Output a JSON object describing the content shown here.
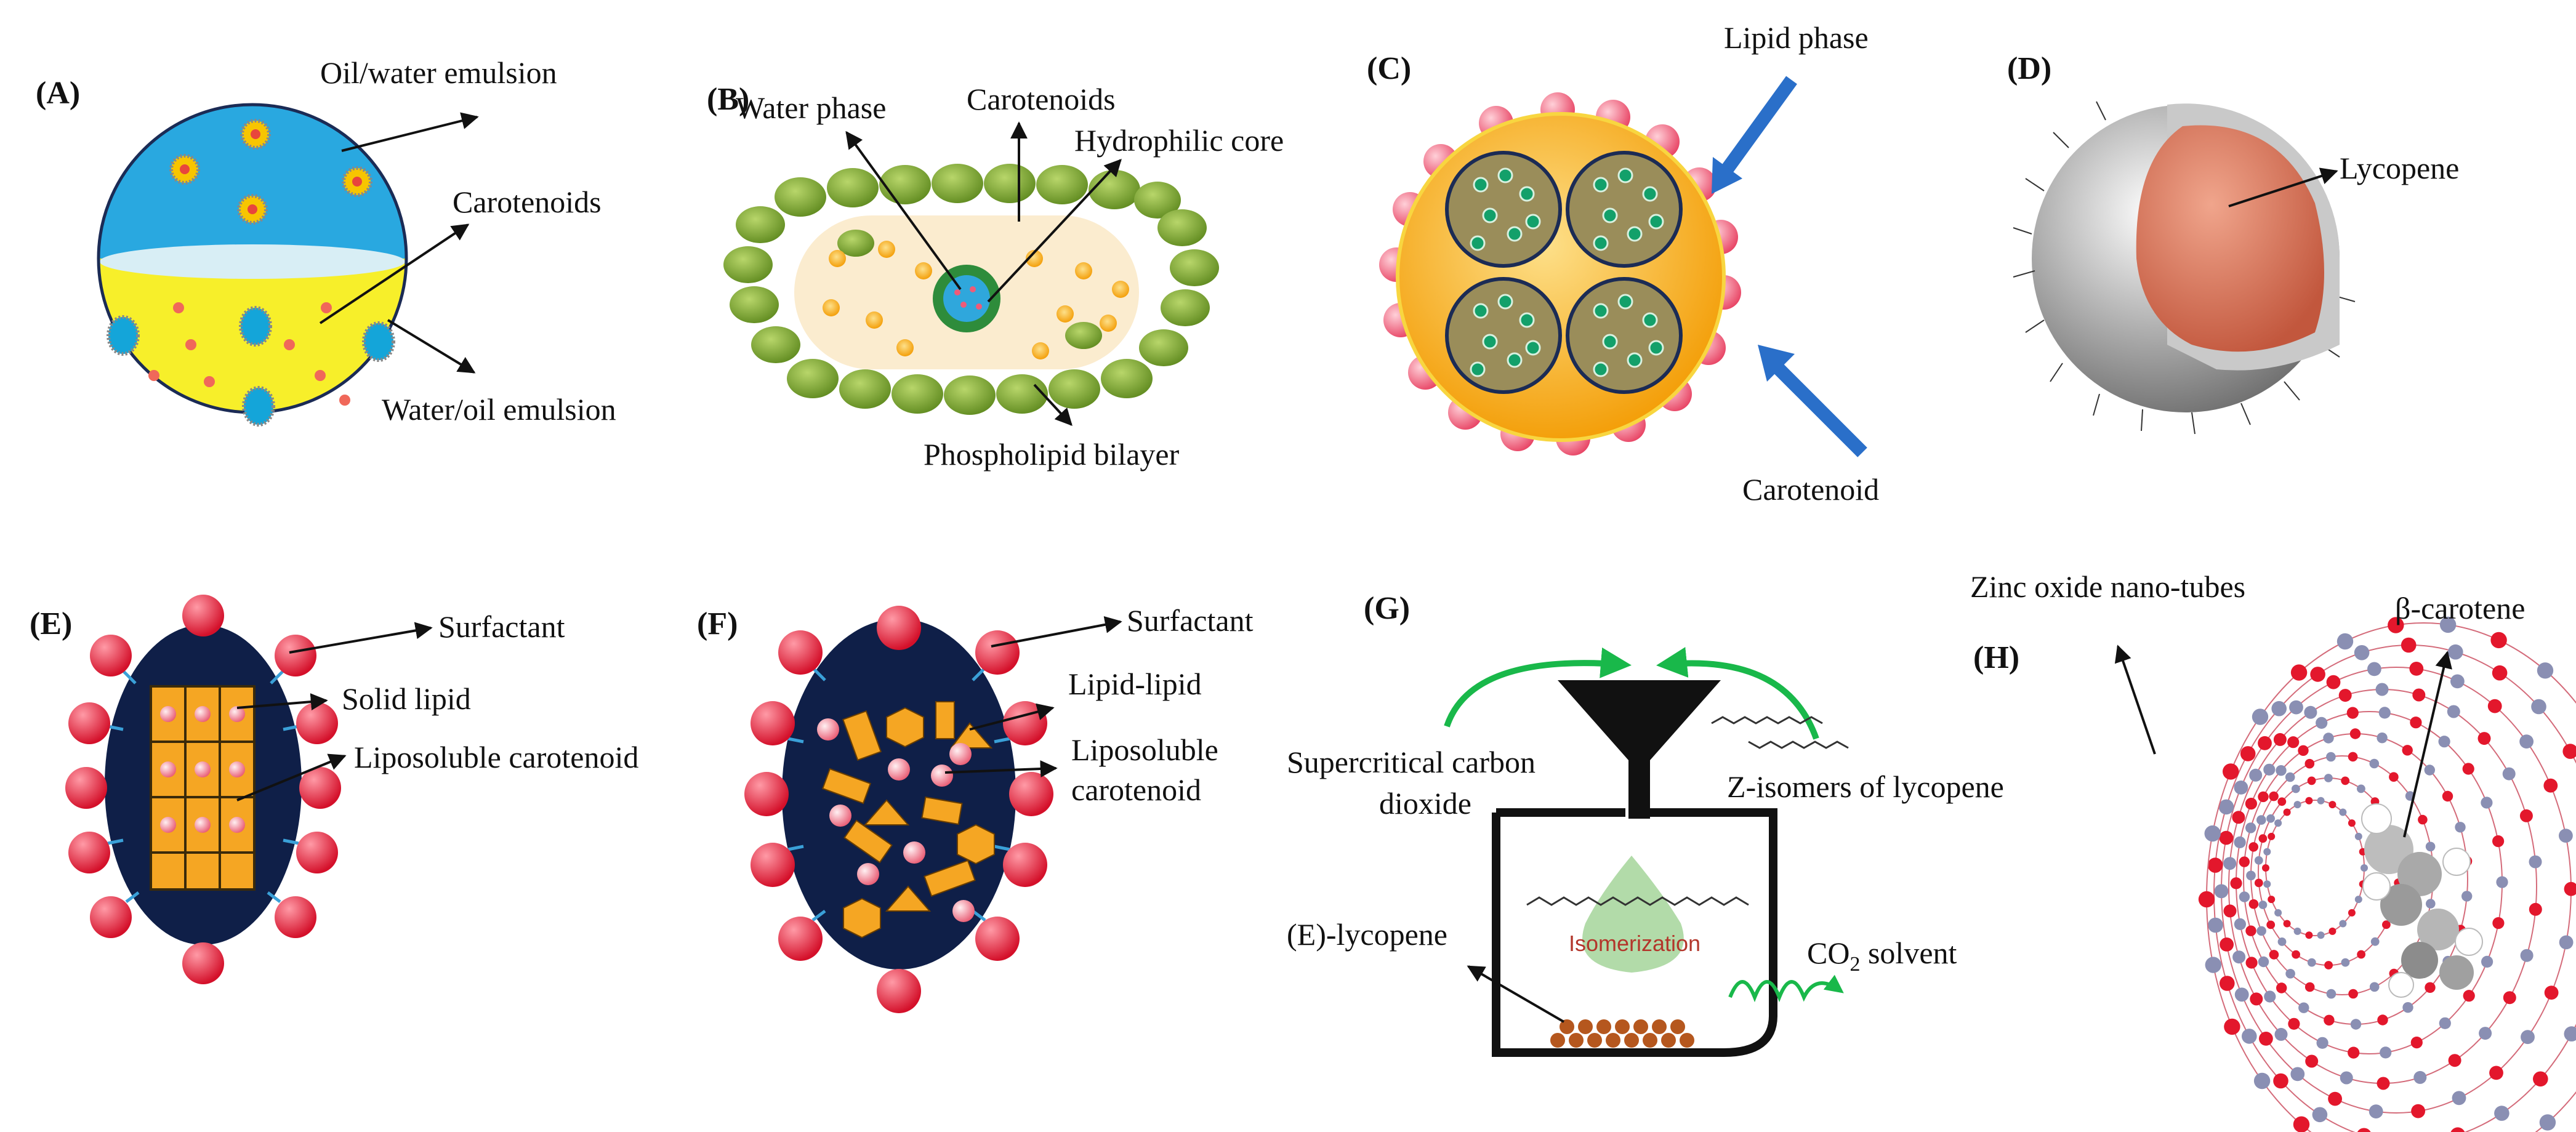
{
  "panels": {
    "A": {
      "letter": "(A)",
      "oil_water": "Oil/water emulsion",
      "carotenoids": "Carotenoids",
      "water_oil": "Water/oil emulsion"
    },
    "B": {
      "letter": "(B)",
      "water_phase": "Water phase",
      "carotenoids": "Carotenoids",
      "hydrophilic_core": "Hydrophilic core",
      "bilayer": "Phospholipid bilayer"
    },
    "C": {
      "letter": "(C)",
      "lipid_phase": "Lipid phase",
      "carotenoid": "Carotenoid"
    },
    "D": {
      "letter": "(D)",
      "lycopene": "Lycopene"
    },
    "E": {
      "letter": "(E)",
      "surfactant": "Surfactant",
      "solid_lipid": "Solid lipid",
      "liposoluble": "Liposoluble carotenoid"
    },
    "F": {
      "letter": "(F)",
      "surfactant": "Surfactant",
      "lipid_lipid": "Lipid-lipid",
      "liposoluble_1": "Liposoluble",
      "liposoluble_2": "carotenoid"
    },
    "G": {
      "letter": "(G)",
      "supercritical_1": "Supercritical carbon",
      "supercritical_2": "dioxide",
      "z_isomers": "Z-isomers of lycopene",
      "isomerization": "Isomerization",
      "e_lycopene": "(E)-lycopene",
      "co2_main": "CO",
      "co2_sub": "2",
      "co2_rest": " solvent"
    },
    "H": {
      "letter": "(H)",
      "zinc": "Zinc oxide nano-tubes",
      "beta": "β-carotene"
    }
  },
  "colors": {
    "blue_phase": "#29a8e0",
    "yellow_phase": "#f7ef2a",
    "green_head": "#7aa52e",
    "orange_core": "#f7a600",
    "pink_bead": "#ef5b78",
    "red_sphere": "#e3172c",
    "navy_core": "#0f1f48",
    "green_arrow": "#19b84a",
    "blue_arrow": "#2a6fc9",
    "lycopene": "#d9735a"
  }
}
